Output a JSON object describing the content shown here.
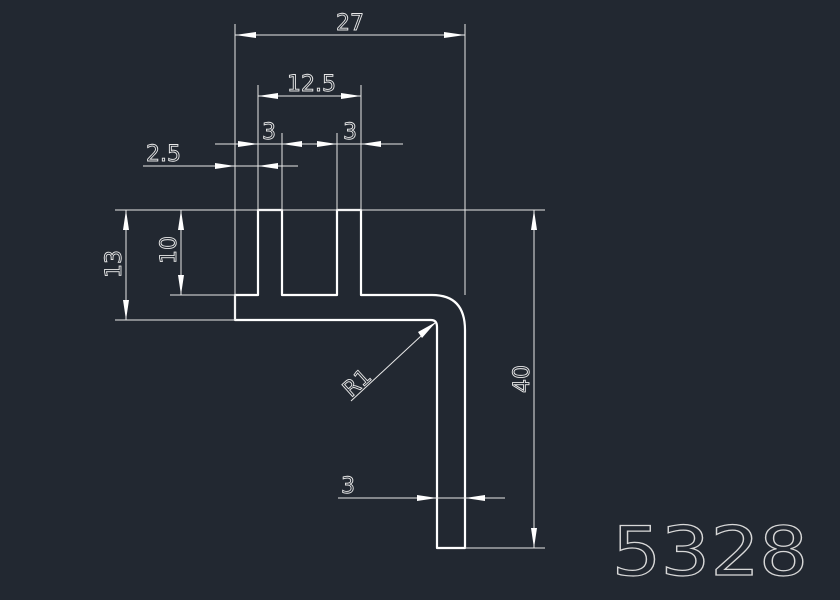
{
  "drawing": {
    "part_number": "5328",
    "dimensions": {
      "overall_width": "27",
      "fin_span": "12.5",
      "fin_thickness_left": "3",
      "fin_thickness_right": "3",
      "left_offset": "2.5",
      "overall_height_top": "13",
      "fin_height": "10",
      "leg_height": "40",
      "bend_radius": "R1",
      "leg_thickness": "3"
    },
    "colors": {
      "background": "#222831",
      "lines": "#ffffff"
    }
  }
}
